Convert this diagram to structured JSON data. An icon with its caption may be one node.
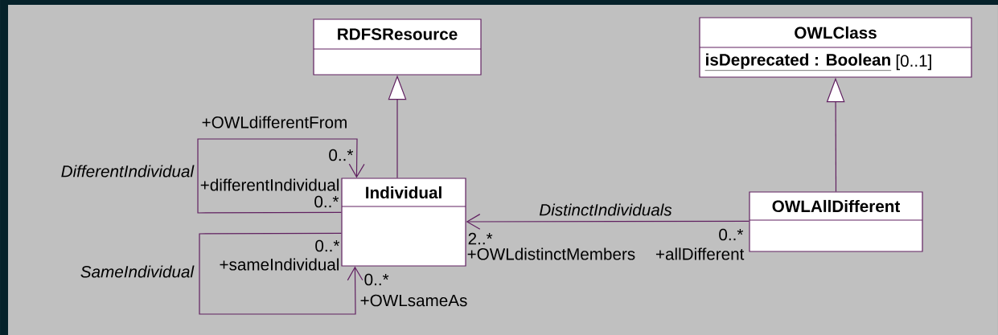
{
  "diagram": {
    "nodes": [
      {
        "text": [
          "RDFSResource"
        ]
      },
      {
        "text": [
          "OWLClass",
          "isDeprecated : Boolean",
          "[0..1]"
        ]
      },
      {
        "text": [
          "Individual"
        ]
      },
      {
        "text": [
          "OWLAllDifferent"
        ]
      }
    ],
    "edges": [
      {
        "from": 2,
        "to": 0,
        "arrow": "to"
      },
      {
        "from": 3,
        "to": 1,
        "arrow": "to"
      },
      {
        "from": 2,
        "to": 2,
        "arrow": "to",
        "label": "DifferentIndividual"
      },
      {
        "from": 2,
        "to": 2,
        "arrow": "to",
        "label": "SameIndividual"
      },
      {
        "from": 3,
        "to": 2,
        "arrow": "to",
        "label": "DistinctIndividuals"
      }
    ],
    "labels": [
      "+OWLdifferentFrom",
      "0..*",
      "+differentIndividual",
      "0..*",
      "2..*",
      "0..*",
      "0..*",
      "+sameIndividual",
      "+OWLdistinctMembers",
      "+allDifferent",
      "0..*",
      "+OWLsameAs"
    ]
  }
}
